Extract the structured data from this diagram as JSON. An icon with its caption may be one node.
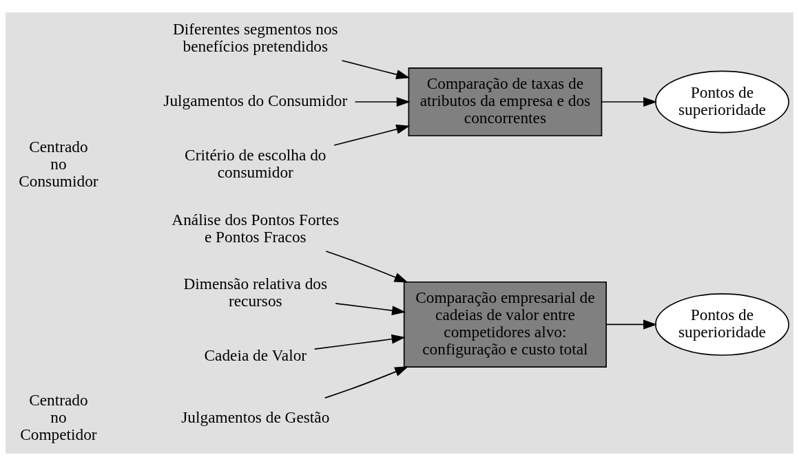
{
  "diagram": {
    "nodes": [
      {
        "text": [
          "Julgamentos de Gestão"
        ]
      },
      {
        "text": [
          "Análise dos Pontos Fortes e Pontos Fracos"
        ]
      },
      {
        "text": [
          "Dimensão relativa dos recursos"
        ]
      },
      {
        "text": [
          "Cadeia de Valor"
        ]
      },
      {
        "text": [
          "Comparação empresarial de cadeias de valor entre competidores alvo: configuração e custo total"
        ]
      },
      {
        "text": [
          "Pontos de superioridade"
        ]
      },
      {
        "text": [
          "Critério de escolha do consumidor"
        ]
      },
      {
        "text": [
          "Diferentes segmentos nos benefícios pretendidos"
        ]
      },
      {
        "text": [
          "Comparação de taxas de atributos da empresa e dos concorrentes"
        ]
      },
      {
        "text": [
          "Julgamentos do Consumidor"
        ]
      },
      {
        "text": [
          "Pontos de superioridade"
        ]
      }
    ],
    "edges": [
      {
        "from": 0,
        "to": 4,
        "arrow": "to"
      },
      {
        "from": 1,
        "to": 4,
        "arrow": "to"
      },
      {
        "from": 2,
        "to": 4,
        "arrow": "to"
      },
      {
        "from": 3,
        "to": 4,
        "arrow": "to"
      },
      {
        "from": 4,
        "to": 5,
        "arrow": "to"
      },
      {
        "from": 6,
        "to": 8,
        "arrow": "to"
      },
      {
        "from": 7,
        "to": 8,
        "arrow": "to"
      },
      {
        "from": 9,
        "to": 8,
        "arrow": "to"
      },
      {
        "from": 8,
        "to": 10,
        "arrow": "to"
      }
    ],
    "labels": [
      "Centrado no Competidor",
      "Centrado no Consumidor"
    ]
  }
}
